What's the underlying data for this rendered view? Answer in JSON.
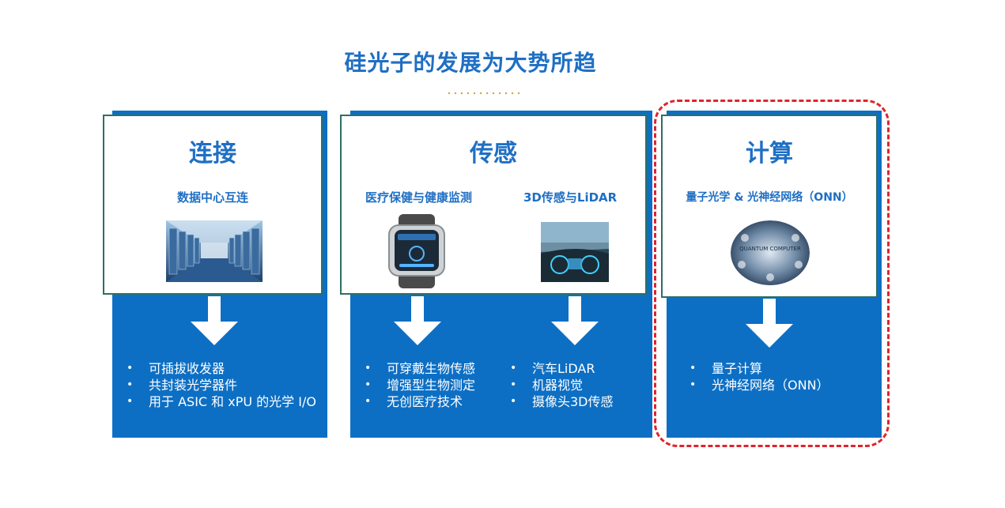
{
  "title": "硅光子的发展为大势所趋",
  "cards": [
    {
      "heading": "连接",
      "subs": [
        "数据中心互连"
      ],
      "image_icons": [
        "data-center-image"
      ],
      "bullets": [
        [
          "可插拔收发器",
          "共封装光学器件",
          "用于 ASIC 和 xPU 的光学 I/O"
        ]
      ]
    },
    {
      "heading": "传感",
      "subs": [
        "医疗保健与健康监测",
        "3D传感与LiDAR"
      ],
      "image_icons": [
        "smartwatch-image",
        "car-lidar-image"
      ],
      "bullets": [
        [
          "可穿戴生物传感",
          "增强型生物测定",
          "无创医疗技术"
        ],
        [
          "汽车LiDAR",
          "机器视觉",
          "摄像头3D传感"
        ]
      ]
    },
    {
      "heading": "计算",
      "subs": [
        "量子光学 & 光神经网络（ONN）"
      ],
      "image_icons": [
        "quantum-computer-image"
      ],
      "quantum_text": "QUANTUM COMPUTER",
      "bullets": [
        [
          "量子计算",
          "光神经网络（ONN）"
        ]
      ]
    }
  ],
  "colors": {
    "accent": "#0d6fc4",
    "title": "#1f6fc4",
    "frame": "#2d7062",
    "highlight": "#e0242a"
  }
}
